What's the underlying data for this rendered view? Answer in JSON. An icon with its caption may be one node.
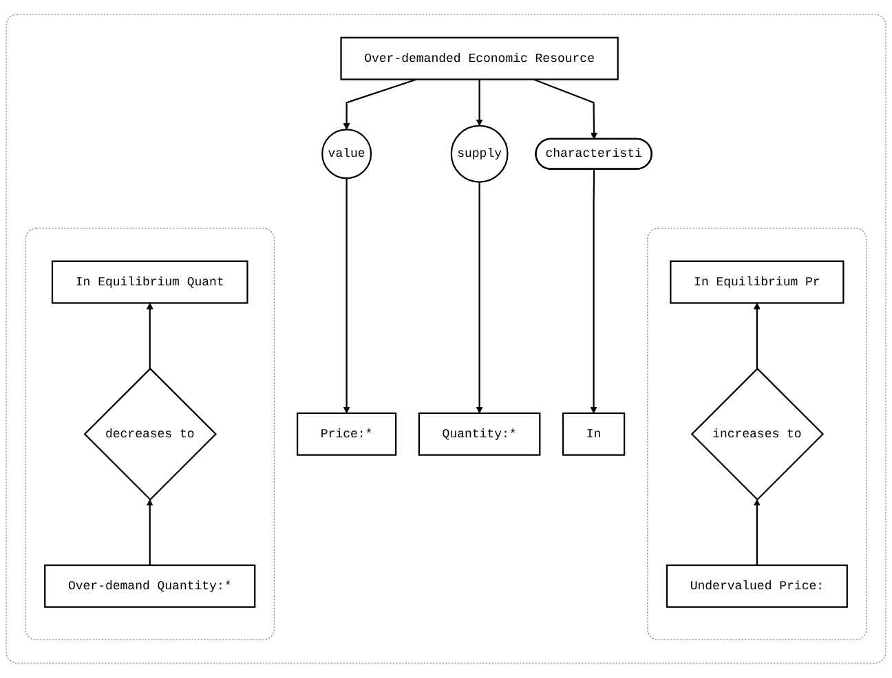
{
  "diagram": {
    "nodes": [
      {
        "text": [],
        "shape": "box"
      },
      {
        "text": [
          "Over-demanded Economic Resource"
        ],
        "in": 0
      },
      {
        "text": [
          "value"
        ],
        "in": 0
      },
      {
        "text": [
          "supply"
        ],
        "in": 0
      },
      {
        "text": [
          "characteristi"
        ],
        "in": 0
      },
      {
        "text": [
          "Price:*"
        ],
        "in": 0
      },
      {
        "text": [
          "Quantity:*"
        ],
        "in": 0
      },
      {
        "text": [
          "In"
        ],
        "in": 0
      },
      {
        "text": [],
        "shape": "box",
        "in": 0
      },
      {
        "text": [
          "In Equilibrium Pr"
        ],
        "in": 8
      },
      {
        "text": [
          "increases to"
        ],
        "in": 8
      },
      {
        "text": [
          "Undervalued Price:"
        ],
        "in": 8
      },
      {
        "text": [],
        "shape": "box",
        "in": 0
      },
      {
        "text": [
          "In Equilibrium Quant"
        ],
        "in": 12
      },
      {
        "text": [
          "decreases to"
        ],
        "in": 12
      },
      {
        "text": [
          "Over-demand Quantity:*"
        ],
        "in": 12
      }
    ],
    "edges": [
      {
        "from": 1,
        "to": 2,
        "arrow": "to"
      },
      {
        "from": 1,
        "to": 3,
        "arrow": "to"
      },
      {
        "from": 1,
        "to": 4,
        "arrow": "to"
      },
      {
        "from": 2,
        "to": 5,
        "arrow": "to"
      },
      {
        "from": 3,
        "to": 6,
        "arrow": "to"
      },
      {
        "from": 4,
        "to": 7,
        "arrow": "to"
      },
      {
        "from": 11,
        "to": 10,
        "arrow": "to"
      },
      {
        "from": 10,
        "to": 9,
        "arrow": "to"
      },
      {
        "from": 15,
        "to": 14,
        "arrow": "to"
      },
      {
        "from": 14,
        "to": 13,
        "arrow": "to"
      }
    ]
  }
}
